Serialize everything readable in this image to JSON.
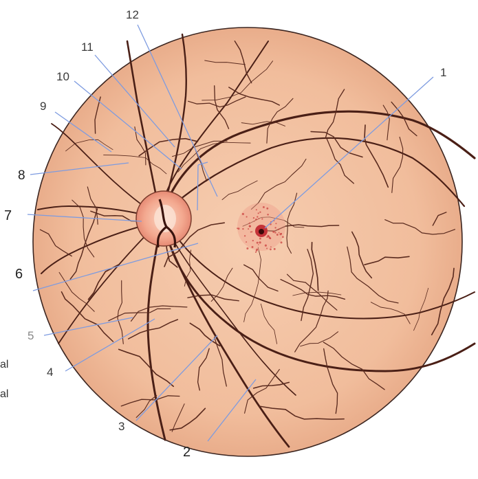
{
  "diagram": {
    "labels": [
      {
        "id": "1",
        "text": "1"
      },
      {
        "id": "2",
        "text": "2"
      },
      {
        "id": "3",
        "text": "3"
      },
      {
        "id": "4",
        "text": "4"
      },
      {
        "id": "5",
        "text": "5"
      },
      {
        "id": "6",
        "text": "6"
      },
      {
        "id": "7",
        "text": "7"
      },
      {
        "id": "8",
        "text": "8"
      },
      {
        "id": "9",
        "text": "9"
      },
      {
        "id": "10",
        "text": "10"
      },
      {
        "id": "11",
        "text": "11"
      },
      {
        "id": "12",
        "text": "12"
      }
    ],
    "side_text": [
      "al",
      "al"
    ],
    "colors": {
      "fundus": "#f3c2a0",
      "fundus_edge": "#e7a987",
      "vessel": "#4a1f16",
      "optic_disc": "#f7b49a",
      "macula": "#d9424a",
      "leader_line": "#7d9be0",
      "outline": "#3b2520"
    }
  }
}
